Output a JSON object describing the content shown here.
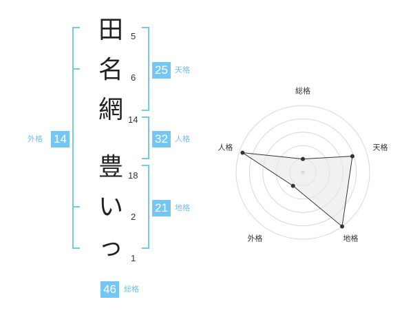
{
  "name_chars": [
    "田",
    "名",
    "網",
    "豊",
    "い",
    "っ"
  ],
  "strokes": [
    "5",
    "6",
    "14",
    "18",
    "2",
    "1"
  ],
  "tenkaku": {
    "value": "25",
    "label": "天格"
  },
  "jinkaku": {
    "value": "32",
    "label": "人格"
  },
  "chikaku": {
    "value": "21",
    "label": "地格"
  },
  "gaikaku": {
    "value": "14",
    "label": "外格"
  },
  "soukaku": {
    "value": "46",
    "label": "総格"
  },
  "radar": {
    "axes": [
      "総格",
      "天格",
      "地格",
      "外格",
      "人格"
    ],
    "values": [
      0.2,
      0.78,
      1.0,
      0.25,
      0.95
    ],
    "color_line": "#333333",
    "color_fill": "#e8e8e8",
    "color_bracket": "#74c7f5"
  }
}
